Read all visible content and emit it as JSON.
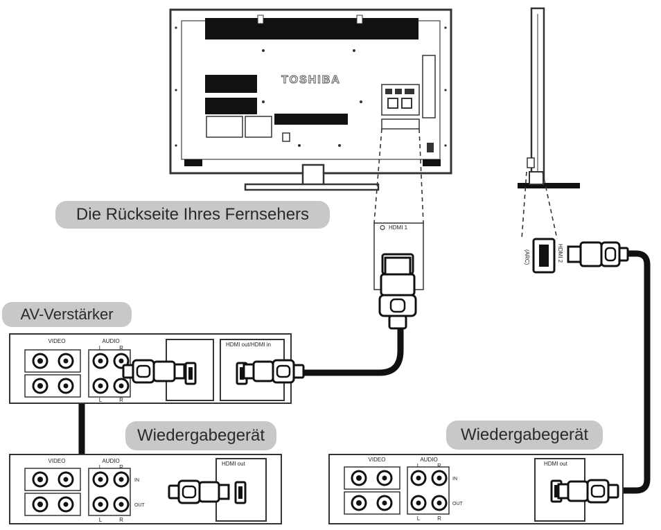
{
  "tv_rear_caption": "Die Rückseite Ihres Fernsehers",
  "brand_logo": "TOSHIBA",
  "amplifier_caption": "AV-Verstärker",
  "player1_caption": "Wiedergabegerät",
  "player2_caption": "Wiedergabegerät",
  "tv_port_hdmi1": "HDMI 1",
  "tv_port_hdmi2": "HDMI 2",
  "tv_side_port_label": "(ARC)",
  "amp_panel": {
    "video_label": "VIDEO",
    "audio_label": "AUDIO",
    "left_label": "L",
    "right_label": "R",
    "hdmi_label": "HDMI out/HDMI in"
  },
  "player1_panel": {
    "video_label": "VIDEO",
    "audio_label": "AUDIO",
    "left_label": "L",
    "right_label": "R",
    "in_label": "IN",
    "out_label": "OUT",
    "hdmi_label": "HDMI out"
  },
  "player2_panel": {
    "video_label": "VIDEO",
    "audio_label": "AUDIO",
    "left_label": "L",
    "right_label": "R",
    "in_label": "IN",
    "out_label": "OUT",
    "hdmi_label": "HDMI out"
  }
}
